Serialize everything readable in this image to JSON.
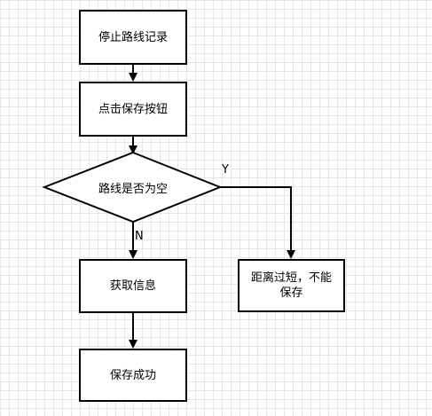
{
  "diagram": {
    "nodes": {
      "stop_record": "停止路线记录",
      "click_save": "点击保存按钮",
      "route_empty": "路线是否为空",
      "get_info": "获取信息",
      "save_success": "保存成功",
      "too_short": "距离过短，不能保存"
    },
    "edges": {
      "yes_label": "Y",
      "no_label": "N"
    }
  }
}
